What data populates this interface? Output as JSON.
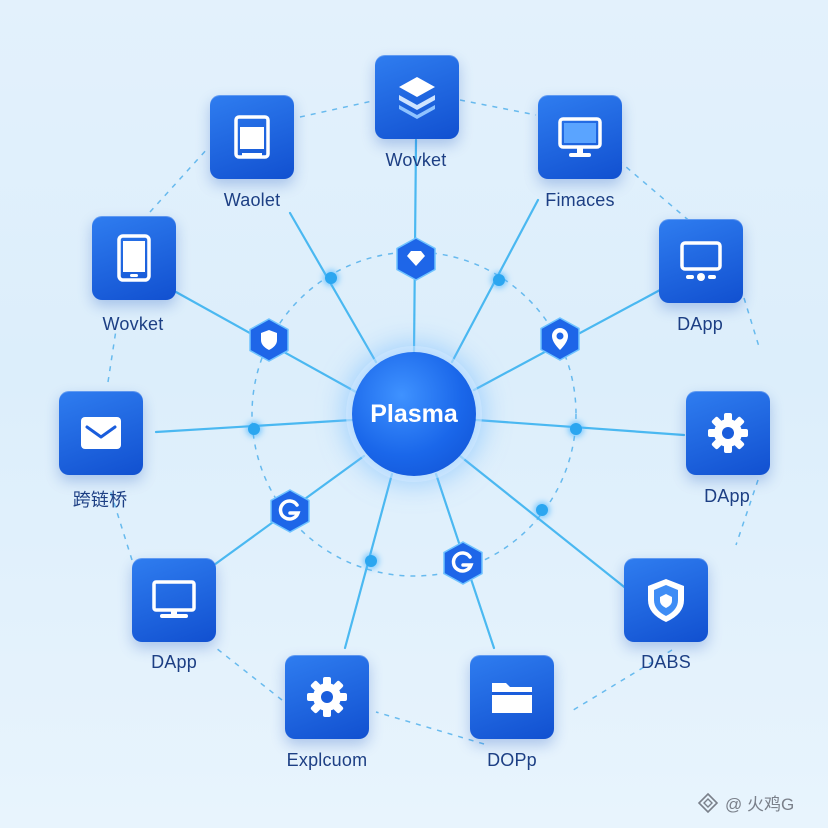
{
  "hub": {
    "label": "Plasma"
  },
  "nodes": [
    {
      "id": "n1",
      "label": "Wovket",
      "icon": "stack-icon"
    },
    {
      "id": "n2",
      "label": "Fimaces",
      "icon": "monitor-icon"
    },
    {
      "id": "n3",
      "label": "DApp",
      "icon": "display-icon"
    },
    {
      "id": "n4",
      "label": "DApp",
      "icon": "gear-icon"
    },
    {
      "id": "n5",
      "label": "DABS",
      "icon": "shield-icon"
    },
    {
      "id": "n6",
      "label": "DOPp",
      "icon": "folder-icon"
    },
    {
      "id": "n7",
      "label": "Explcuom",
      "icon": "gear-icon"
    },
    {
      "id": "n8",
      "label": "DApp",
      "icon": "desktop-icon"
    },
    {
      "id": "n9",
      "label": "跨链桥",
      "icon": "envelope-icon"
    },
    {
      "id": "n10",
      "label": "Wovket",
      "icon": "tablet-icon"
    },
    {
      "id": "n11",
      "label": "Waolet",
      "icon": "wallet-icon"
    }
  ],
  "watermark": {
    "text": "@ 火鸡G",
    "icon": "diamond-logo-icon"
  },
  "colors": {
    "accent": "#1a62e6",
    "link": "#3bb3f0",
    "label": "#1d3f84"
  }
}
